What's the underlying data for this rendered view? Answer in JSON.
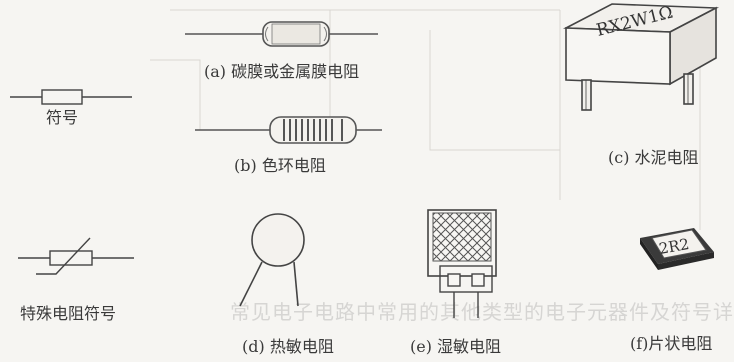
{
  "labels": {
    "symbol": "符号",
    "carbon_film": "(a) 碳膜或金属膜电阻",
    "color_ring": "(b) 色环电阻",
    "cement": "(c) 水泥电阻",
    "special_symbol": "特殊电阻符号",
    "thermistor": "(d) 热敏电阻",
    "humidity": "(e) 湿敏电阻",
    "chip": "(f)片状电阻"
  },
  "markings": {
    "cement_value": "RX2W1Ω",
    "chip_value": "2R2"
  },
  "ghost_text": "常见电子电路中常用的其他类型的电子元器件及符号详解"
}
